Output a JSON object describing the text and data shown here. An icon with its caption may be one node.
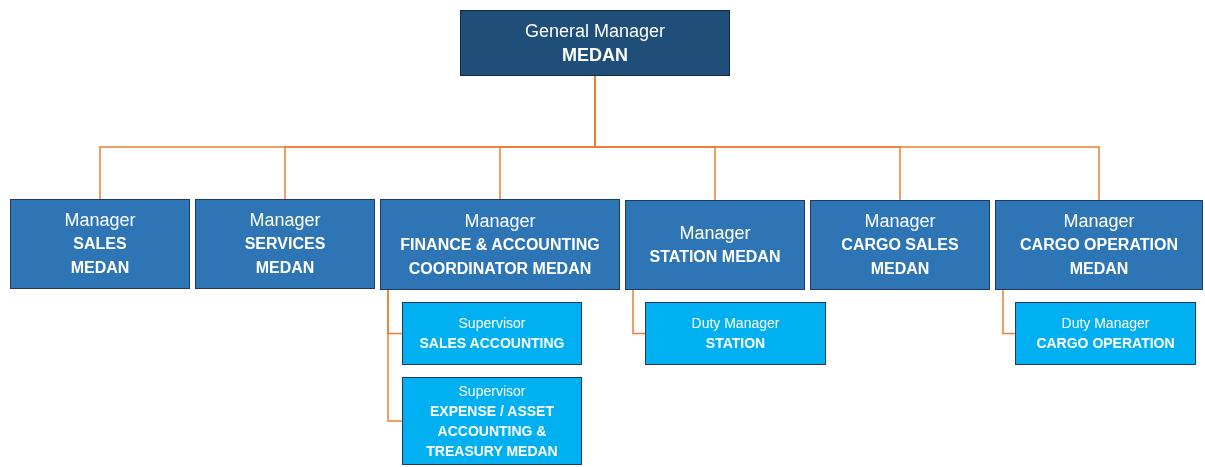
{
  "diagram": {
    "nodes": [
      {
        "text": [
          "General Manager",
          "MEDAN"
        ]
      },
      {
        "text": [
          "Manager",
          "SALES MEDAN"
        ]
      },
      {
        "text": [
          "Manager",
          "SERVICES MEDAN"
        ]
      },
      {
        "text": [
          "Manager",
          "FINANCE & ACCOUNTING COORDINATOR  MEDAN"
        ]
      },
      {
        "text": [
          "Manager",
          "STATION MEDAN"
        ]
      },
      {
        "text": [
          "Manager",
          "CARGO SALES MEDAN"
        ]
      },
      {
        "text": [
          "Manager",
          "CARGO OPERATION MEDAN"
        ]
      },
      {
        "text": [
          "Supervisor",
          "SALES ACCOUNTING"
        ]
      },
      {
        "text": [
          "Supervisor",
          "EXPENSE / ASSET ACCOUNTING & TREASURY MEDAN"
        ]
      },
      {
        "text": [
          "Duty Manager",
          "STATION"
        ]
      },
      {
        "text": [
          "Duty Manager",
          "CARGO OPERATION"
        ]
      }
    ],
    "edges": [
      {
        "from": 0,
        "to": 1,
        "arrow": "none"
      },
      {
        "from": 0,
        "to": 2,
        "arrow": "none"
      },
      {
        "from": 0,
        "to": 3,
        "arrow": "none"
      },
      {
        "from": 0,
        "to": 4,
        "arrow": "none"
      },
      {
        "from": 0,
        "to": 5,
        "arrow": "none"
      },
      {
        "from": 0,
        "to": 6,
        "arrow": "none"
      },
      {
        "from": 3,
        "to": 7,
        "arrow": "none"
      },
      {
        "from": 3,
        "to": 8,
        "arrow": "none"
      },
      {
        "from": 4,
        "to": 9,
        "arrow": "none"
      },
      {
        "from": 6,
        "to": 10,
        "arrow": "none"
      }
    ]
  }
}
